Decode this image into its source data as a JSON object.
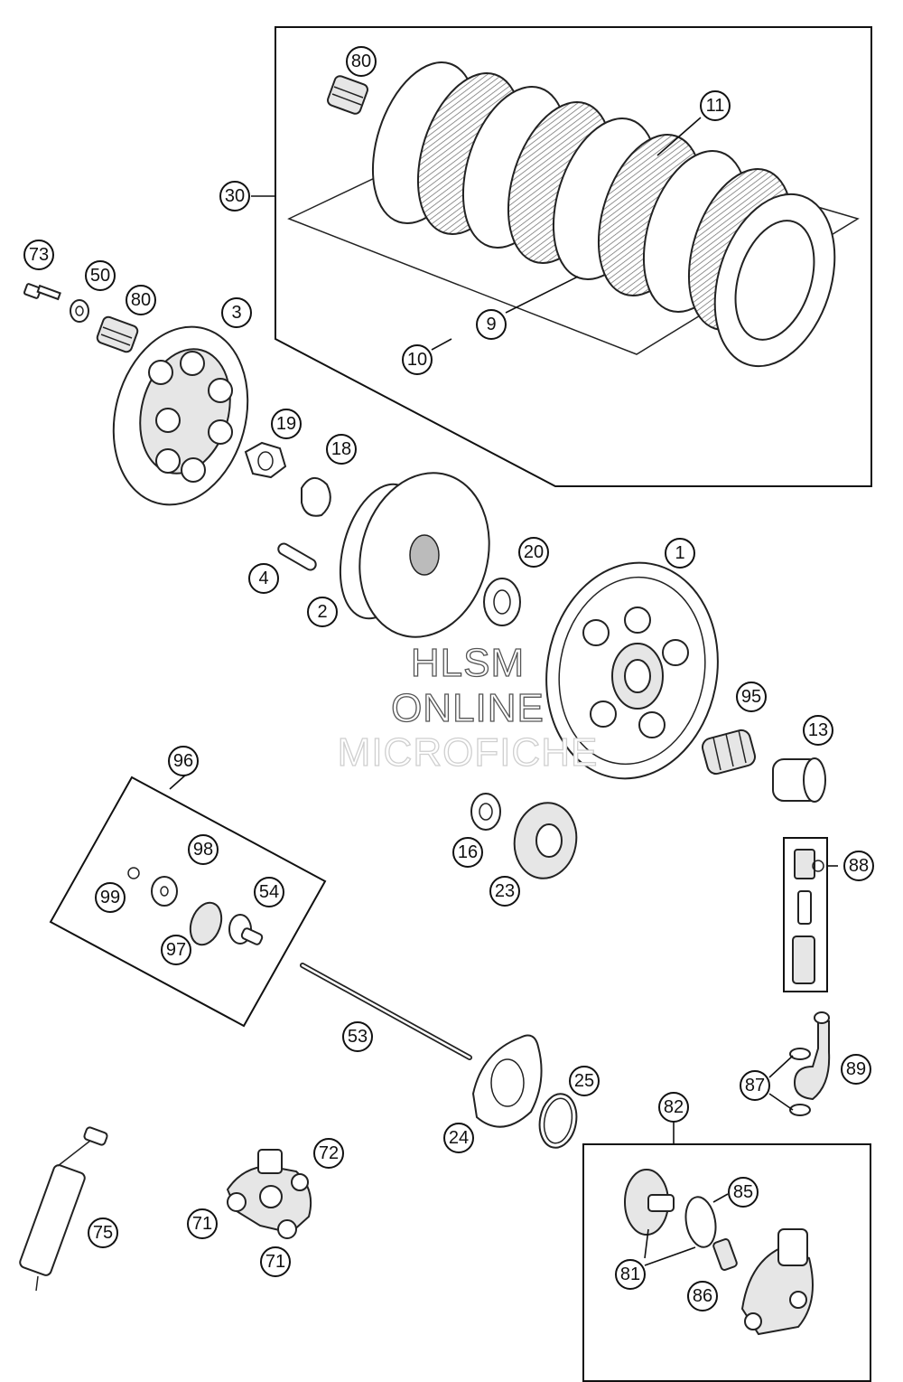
{
  "diagram": {
    "type": "exploded-parts-diagram",
    "watermark": {
      "line1": "HLSM",
      "line2": "ONLINE",
      "line3": "MICROFICHE"
    },
    "callouts": [
      {
        "id": "c80a",
        "label": "80"
      },
      {
        "id": "c11",
        "label": "11"
      },
      {
        "id": "c30",
        "label": "30"
      },
      {
        "id": "c73",
        "label": "73"
      },
      {
        "id": "c50",
        "label": "50"
      },
      {
        "id": "c80b",
        "label": "80"
      },
      {
        "id": "c3",
        "label": "3"
      },
      {
        "id": "c9",
        "label": "9"
      },
      {
        "id": "c10",
        "label": "10"
      },
      {
        "id": "c19",
        "label": "19"
      },
      {
        "id": "c18",
        "label": "18"
      },
      {
        "id": "c20",
        "label": "20"
      },
      {
        "id": "c1",
        "label": "1"
      },
      {
        "id": "c4",
        "label": "4"
      },
      {
        "id": "c2",
        "label": "2"
      },
      {
        "id": "c95",
        "label": "95"
      },
      {
        "id": "c13",
        "label": "13"
      },
      {
        "id": "c96",
        "label": "96"
      },
      {
        "id": "c98",
        "label": "98"
      },
      {
        "id": "c54",
        "label": "54"
      },
      {
        "id": "c99",
        "label": "99"
      },
      {
        "id": "c97",
        "label": "97"
      },
      {
        "id": "c16",
        "label": "16"
      },
      {
        "id": "c23",
        "label": "23"
      },
      {
        "id": "c88",
        "label": "88"
      },
      {
        "id": "c53",
        "label": "53"
      },
      {
        "id": "c25",
        "label": "25"
      },
      {
        "id": "c24",
        "label": "24"
      },
      {
        "id": "c87",
        "label": "87"
      },
      {
        "id": "c89",
        "label": "89"
      },
      {
        "id": "c82",
        "label": "82"
      },
      {
        "id": "c85",
        "label": "85"
      },
      {
        "id": "c72",
        "label": "72"
      },
      {
        "id": "c71a",
        "label": "71"
      },
      {
        "id": "c71b",
        "label": "71"
      },
      {
        "id": "c75",
        "label": "75"
      },
      {
        "id": "c81",
        "label": "81"
      },
      {
        "id": "c86",
        "label": "86"
      }
    ]
  }
}
